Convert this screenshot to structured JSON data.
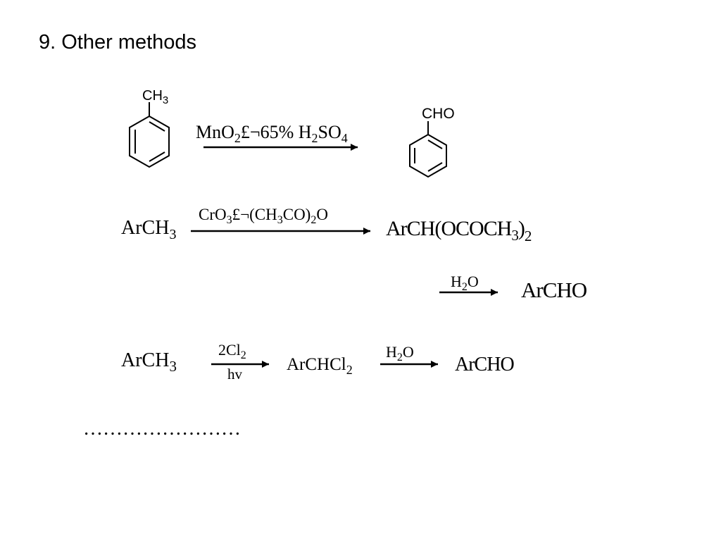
{
  "slide": {
    "title": "9. Other methods",
    "ellipsis": "……………………"
  },
  "reaction1": {
    "reactant_substituent": {
      "main": "CH",
      "sub": "3"
    },
    "product_substituent": "CHO",
    "reagent": {
      "mn": "MnO",
      "sub1": "2",
      "sep": "£¬",
      "acid": "65% H",
      "sub2": "2",
      "so": "SO",
      "sub3": "4"
    }
  },
  "reaction2": {
    "reactant": {
      "main": "ArCH",
      "sub": "3"
    },
    "reagent": {
      "cro": "CrO",
      "sub1": "3",
      "sep": "£¬",
      "ac": "(CH",
      "sub2": "3",
      "co": "CO)",
      "sub3": "2",
      "o": "O"
    },
    "product": {
      "a": "ArCH(OCOCH",
      "sub1": "3",
      "b": ")",
      "sub2": "2"
    }
  },
  "reaction3": {
    "reagent": {
      "h": "H",
      "sub": "2",
      "o": "O"
    },
    "product": "ArCHO"
  },
  "reaction4": {
    "reactant": {
      "main": "ArCH",
      "sub": "3"
    },
    "reagent_top": {
      "main": "2Cl",
      "sub": "2"
    },
    "reagent_bottom": "hv",
    "intermediate": {
      "main": "ArCHCl",
      "sub": "2"
    },
    "reagent2": {
      "h": "H",
      "sub": "2",
      "o": "O"
    },
    "product": "ArCHO"
  }
}
